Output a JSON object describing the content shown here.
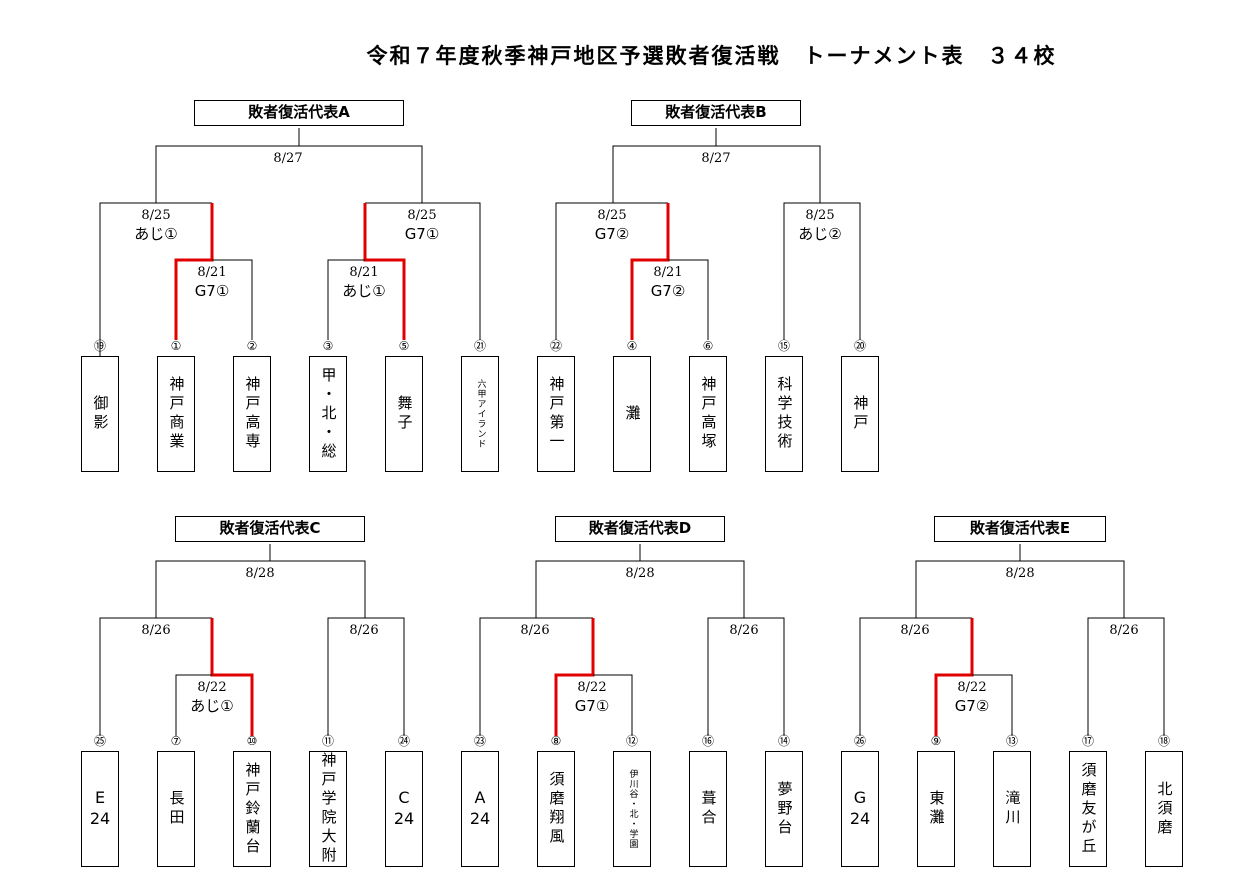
{
  "title": "令和７年度秋季神戸地区予選敗者復活戦　トーナメント表　３４校",
  "groups": {
    "A": {
      "label": "敗者復活代表A",
      "final_date": "8/27"
    },
    "B": {
      "label": "敗者復活代表B",
      "final_date": "8/27"
    },
    "C": {
      "label": "敗者復活代表C",
      "final_date": "8/28"
    },
    "D": {
      "label": "敗者復活代表D",
      "final_date": "8/28"
    },
    "E": {
      "label": "敗者復活代表E",
      "final_date": "8/28"
    }
  },
  "matches": {
    "a_left": {
      "date": "8/25",
      "venue": "あじ①"
    },
    "a_sub1": {
      "date": "8/21",
      "venue": "G7①"
    },
    "a_right": {
      "date": "8/25",
      "venue": "G7①"
    },
    "a_sub2": {
      "date": "8/21",
      "venue": "あじ①"
    },
    "b_left": {
      "date": "8/25",
      "venue": "G7②"
    },
    "b_sub": {
      "date": "8/21",
      "venue": "G7②"
    },
    "b_right": {
      "date": "8/25",
      "venue": "あじ②"
    },
    "c_left": {
      "date": "8/26"
    },
    "c_sub": {
      "date": "8/22",
      "venue": "あじ①"
    },
    "c_right": {
      "date": "8/26"
    },
    "d_left": {
      "date": "8/26"
    },
    "d_sub": {
      "date": "8/22",
      "venue": "G7①"
    },
    "d_right": {
      "date": "8/26"
    },
    "e_left": {
      "date": "8/26"
    },
    "e_sub": {
      "date": "8/22",
      "venue": "G7②"
    },
    "e_right": {
      "date": "8/26"
    }
  },
  "teams_top": [
    {
      "seed": "⑲",
      "name": "御影"
    },
    {
      "seed": "①",
      "name": "神戸商業"
    },
    {
      "seed": "②",
      "name": "神戸高専"
    },
    {
      "seed": "③",
      "name": "甲・北・総"
    },
    {
      "seed": "⑤",
      "name": "舞子"
    },
    {
      "seed": "㉑",
      "name": "六甲アイランド"
    },
    {
      "seed": "㉒",
      "name": "神戸第一"
    },
    {
      "seed": "④",
      "name": "灘"
    },
    {
      "seed": "⑥",
      "name": "神戸高塚"
    },
    {
      "seed": "⑮",
      "name": "科学技術"
    },
    {
      "seed": "⑳",
      "name": "神戸"
    }
  ],
  "teams_bottom": [
    {
      "seed": "㉕",
      "name": "E\n24"
    },
    {
      "seed": "⑦",
      "name": "長田"
    },
    {
      "seed": "⑩",
      "name": "神戸鈴蘭台"
    },
    {
      "seed": "⑪",
      "name": "神戸学院大附"
    },
    {
      "seed": "㉔",
      "name": "C\n24"
    },
    {
      "seed": "㉓",
      "name": "A\n24"
    },
    {
      "seed": "⑧",
      "name": "須磨翔風"
    },
    {
      "seed": "⑫",
      "name": "伊川谷・北・学園"
    },
    {
      "seed": "⑯",
      "name": "葺合"
    },
    {
      "seed": "⑭",
      "name": "夢野台"
    },
    {
      "seed": "㉖",
      "name": "G\n24"
    },
    {
      "seed": "⑨",
      "name": "東灘"
    },
    {
      "seed": "⑬",
      "name": "滝川"
    },
    {
      "seed": "⑰",
      "name": "須磨友が丘"
    },
    {
      "seed": "⑱",
      "name": "北須磨"
    }
  ],
  "colors": {
    "line": "#000000",
    "winner_line": "#e00000"
  }
}
